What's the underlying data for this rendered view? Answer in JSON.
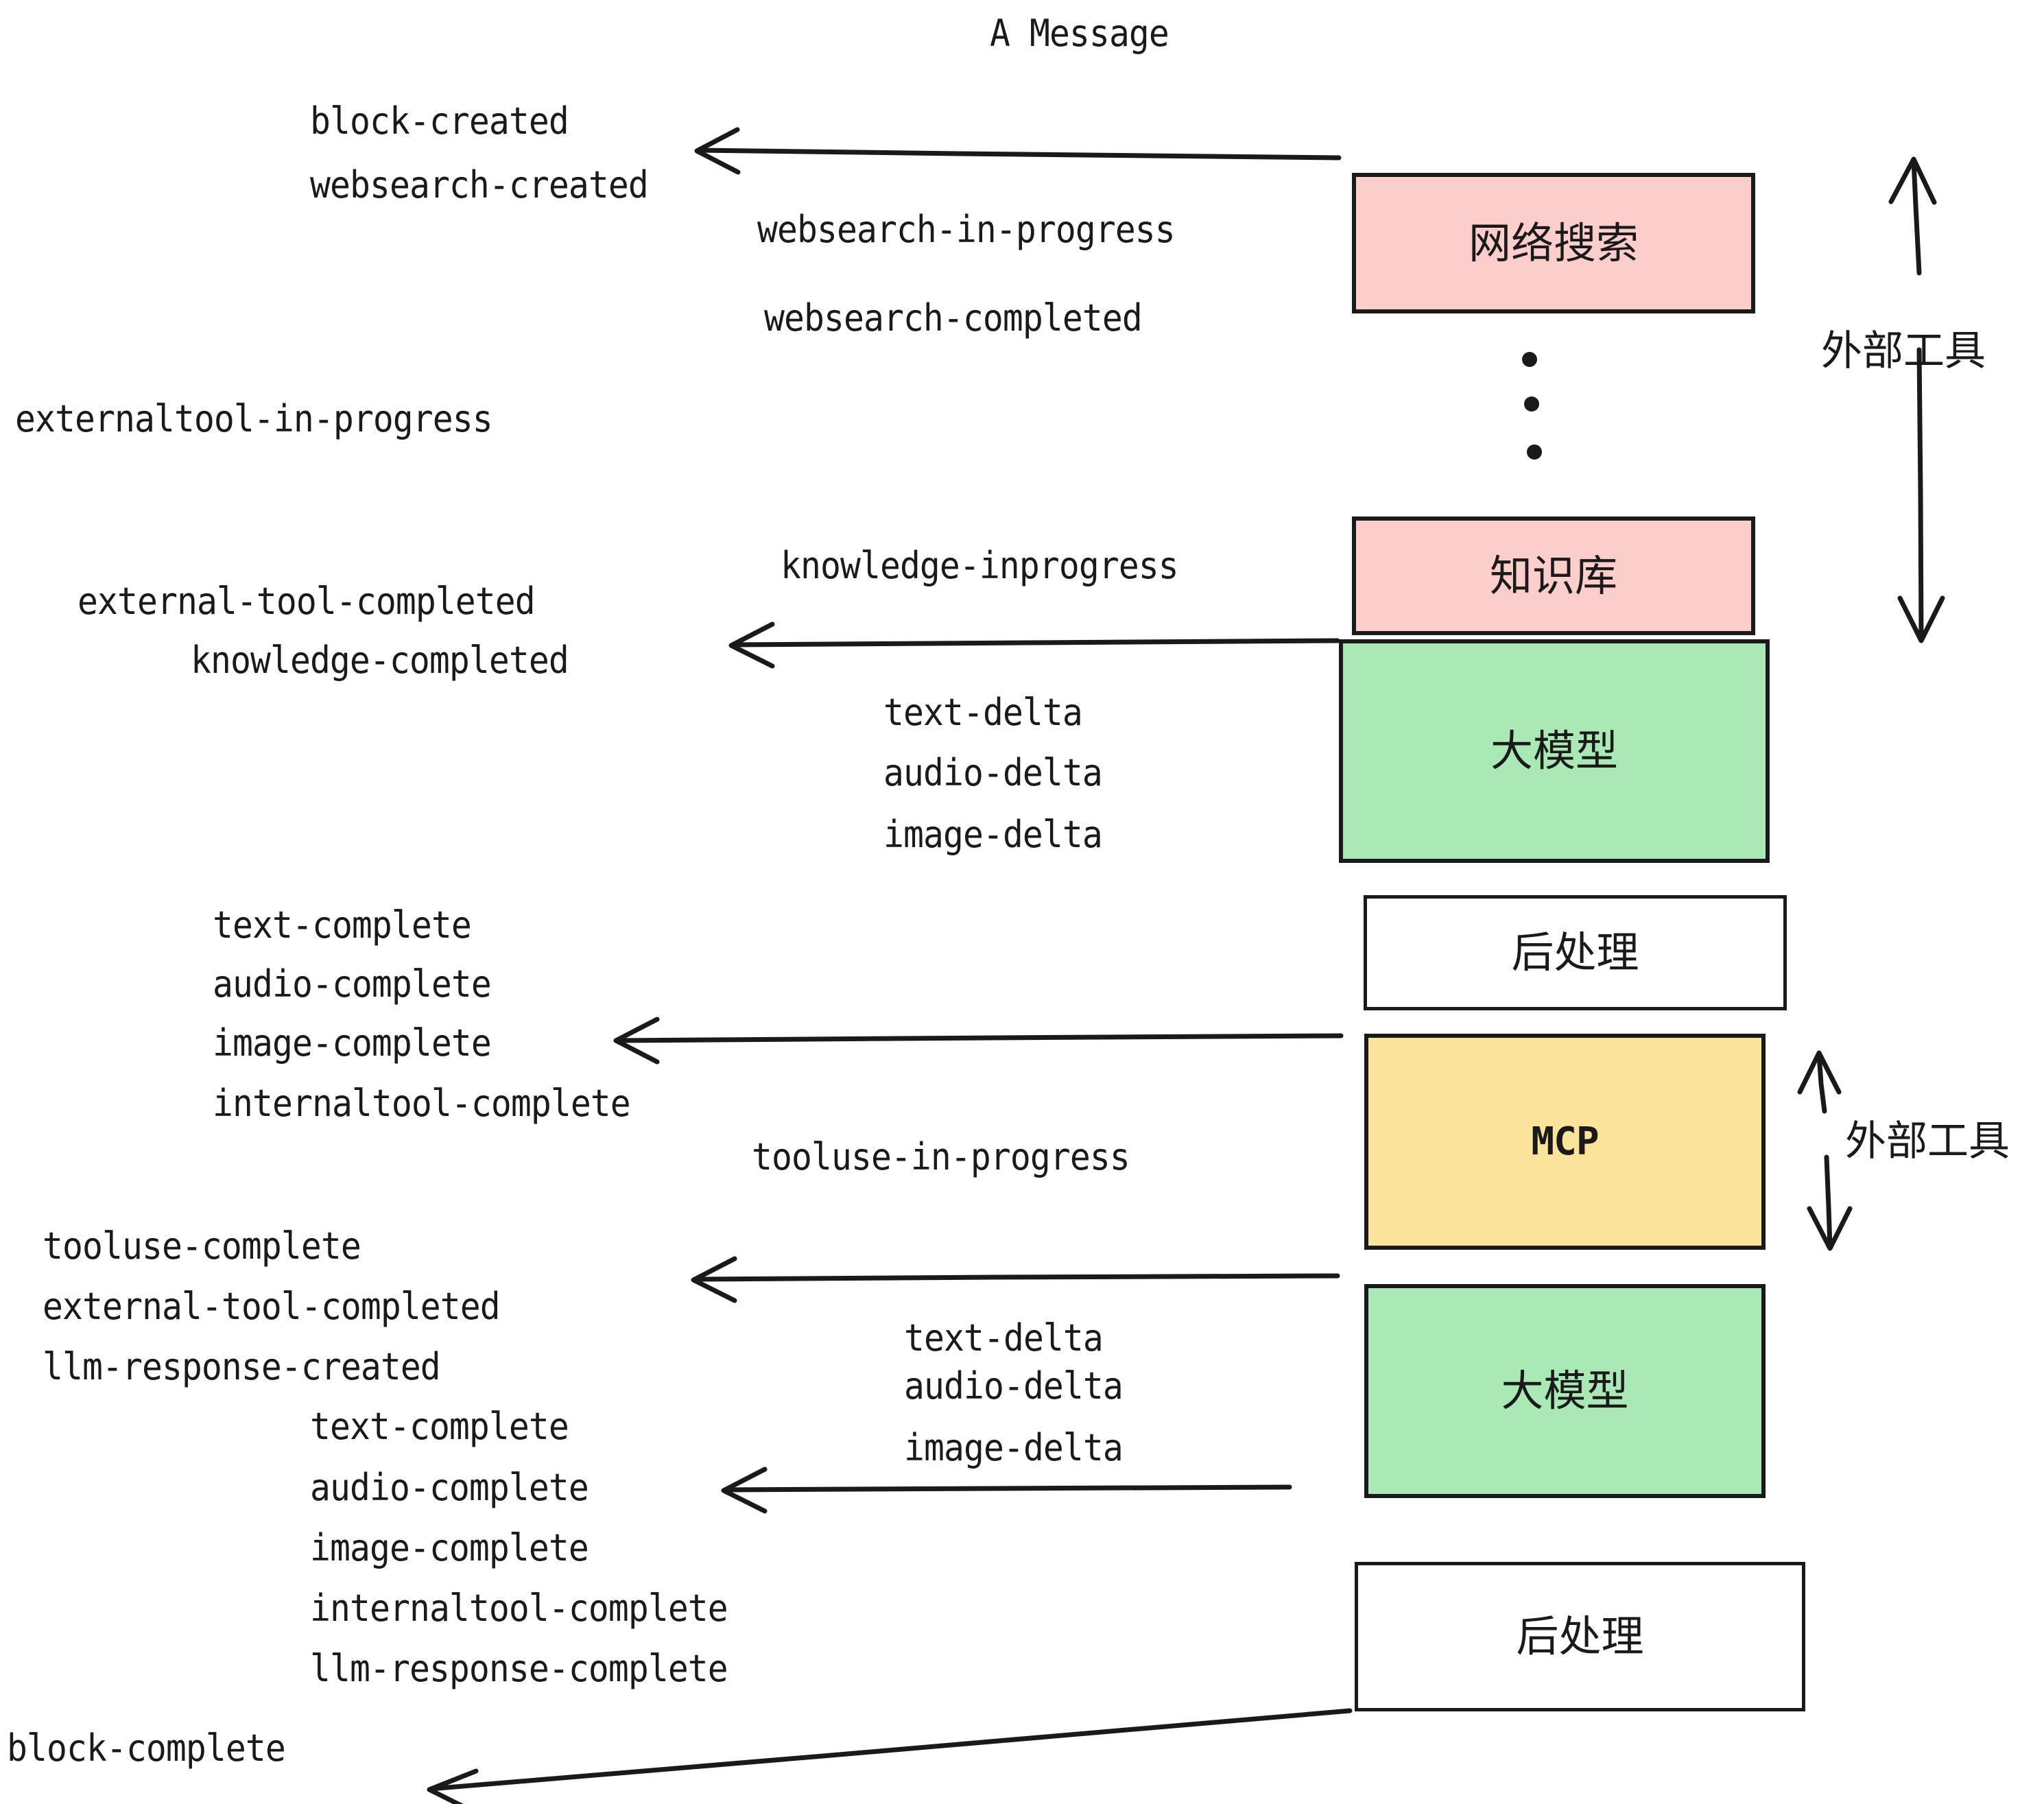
{
  "title": "A Message",
  "nodes": [
    {
      "id": "websearch",
      "label": "网络搜索",
      "color": "#fbcdcb",
      "kind": "external"
    },
    {
      "id": "knowledge",
      "label": "知识库",
      "color": "#fbcdcb",
      "kind": "external"
    },
    {
      "id": "llm1",
      "label": "大模型",
      "color": "#aae9b6",
      "kind": "model"
    },
    {
      "id": "post1",
      "label": "后处理",
      "color": "#ffffff",
      "kind": "postprocess"
    },
    {
      "id": "mcp",
      "label": "MCP",
      "color": "#fbe49a",
      "kind": "external"
    },
    {
      "id": "llm2",
      "label": "大模型",
      "color": "#aae9b6",
      "kind": "model"
    },
    {
      "id": "post2",
      "label": "后处理",
      "color": "#ffffff",
      "kind": "postprocess"
    }
  ],
  "side_labels": [
    {
      "id": "external-tools-top",
      "text": "外部工具"
    },
    {
      "id": "external-tools-bottom",
      "text": "外部工具"
    }
  ],
  "events": [
    {
      "id": "e1",
      "text": "block-created"
    },
    {
      "id": "e2",
      "text": "websearch-created"
    },
    {
      "id": "e3",
      "text": "websearch-in-progress"
    },
    {
      "id": "e4",
      "text": "websearch-completed"
    },
    {
      "id": "e5",
      "text": "externaltool-in-progress"
    },
    {
      "id": "e6",
      "text": "knowledge-inprogress"
    },
    {
      "id": "e7",
      "text": "external-tool-completed"
    },
    {
      "id": "e8",
      "text": "knowledge-completed"
    },
    {
      "id": "e9",
      "text": "text-delta"
    },
    {
      "id": "e10",
      "text": "audio-delta"
    },
    {
      "id": "e11",
      "text": "image-delta"
    },
    {
      "id": "e12",
      "text": "text-complete"
    },
    {
      "id": "e13",
      "text": "audio-complete"
    },
    {
      "id": "e14",
      "text": "image-complete"
    },
    {
      "id": "e15",
      "text": "internaltool-complete"
    },
    {
      "id": "e16",
      "text": "tooluse-in-progress"
    },
    {
      "id": "e17",
      "text": "tooluse-complete"
    },
    {
      "id": "e18",
      "text": "external-tool-completed"
    },
    {
      "id": "e19",
      "text": "llm-response-created"
    },
    {
      "id": "e20",
      "text": "text-complete"
    },
    {
      "id": "e21",
      "text": "audio-delta"
    },
    {
      "id": "e22",
      "text": "text-delta"
    },
    {
      "id": "e23",
      "text": "image-delta"
    },
    {
      "id": "e24",
      "text": "audio-complete"
    },
    {
      "id": "e25",
      "text": "image-complete"
    },
    {
      "id": "e26",
      "text": "internaltool-complete"
    },
    {
      "id": "e27",
      "text": "llm-response-complete"
    },
    {
      "id": "e28",
      "text": "block-complete"
    }
  ],
  "colors": {
    "stroke": "#1a1a1a",
    "external_pink": "#fbcdcb",
    "model_green": "#aae9b6",
    "mcp_yellow": "#fbe49a",
    "background": "#ffffff"
  },
  "ellipsis_dots": 3
}
